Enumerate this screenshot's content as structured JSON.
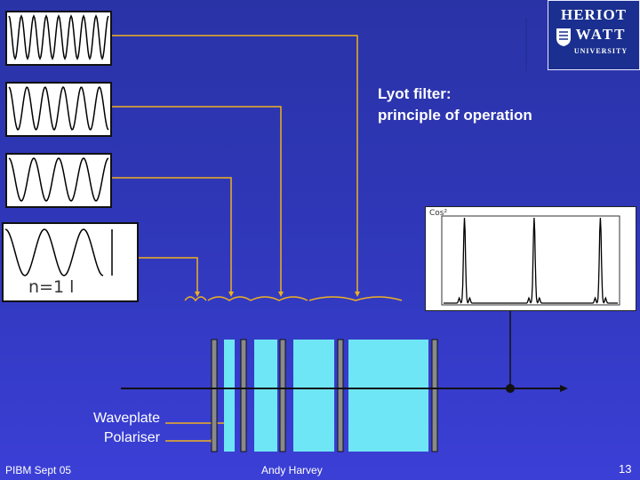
{
  "slide": {
    "title_line1": "Lyot filter:",
    "title_line2": "principle of operation",
    "n_label": "n=1 l",
    "labels": {
      "waveplate": "Waveplate",
      "polariser": "Polariser"
    },
    "footer": {
      "left": "PIBM Sept 05",
      "center": "Andy Harvey",
      "page": "13"
    },
    "logo": {
      "line1": "HERIOT",
      "line2": "WATT",
      "line3": "UNIVERSITY"
    },
    "colors": {
      "background": "#2f37b8",
      "connector": "#f0b020",
      "waveplate": "#6fe6f5",
      "polariser": "#8a8a8a",
      "axis": "#111111"
    }
  }
}
